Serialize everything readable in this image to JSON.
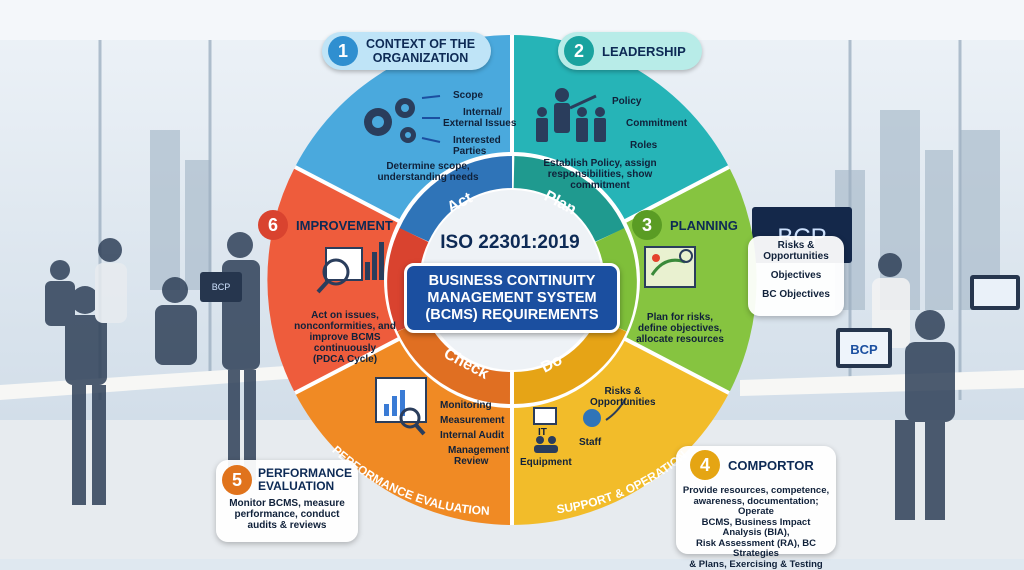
{
  "center": {
    "standard": "ISO 22301:2019",
    "title_lines": [
      "BUSINESS CONTINUITY",
      "MANAGEMENT SYSTEM",
      "(BCMS) REQUIREMENTS"
    ]
  },
  "cycle": {
    "act": "Act",
    "plan": "Plan",
    "do": "Do",
    "check": "Check"
  },
  "arc_labels": {
    "performance": "PERFORMANCE EVALUATION",
    "support": "SUPPORT & OPERATION"
  },
  "sections": {
    "context": {
      "number": "1",
      "title_lines": [
        "CONTEXT OF THE",
        "ORGANIZATION"
      ],
      "items": [
        "Scope",
        "Internal/",
        "External Issues",
        "Interested",
        "Parties"
      ],
      "desc": [
        "Determine scope,",
        "understanding needs"
      ]
    },
    "leadership": {
      "number": "2",
      "title": "LEADERSHIP",
      "items": [
        "Policy",
        "Commitment",
        "Roles"
      ],
      "desc": [
        "Establish Policy, assign",
        "responsibilities, show",
        "commitment"
      ]
    },
    "planning": {
      "number": "3",
      "title": "PLANNING",
      "items": [
        "Risks &",
        "Opportunities",
        "Objectives",
        "BC Objectives"
      ],
      "desc": [
        "Plan for risks,",
        "define objectives,",
        "allocate resources"
      ]
    },
    "support": {
      "number": "4",
      "title": "COMPORTOR",
      "items": [
        "Risks &",
        "Opportunities",
        "IT",
        "Equipment",
        "Staff"
      ],
      "desc": [
        "Provide resources, competence,",
        "awareness, documentation; Operate",
        "BCMS, Business Impact Analysis (BIA),",
        "Risk Assessment (RA), BC Strategies",
        "& Plans, Exercising & Testing"
      ]
    },
    "performance": {
      "number": "5",
      "title_lines": [
        "PERFORMANCE",
        "EVALUATION"
      ],
      "items": [
        "Monitoring",
        "Measurement",
        "Internal Audit",
        "Management",
        "Review"
      ],
      "desc": [
        "Monitor BCMS, measure",
        "performance, conduct",
        "audits & reviews"
      ]
    },
    "improvement": {
      "number": "6",
      "title": "IMPROVEMENT",
      "desc": [
        "Act on issues,",
        "nonconformities, and",
        "improve BCMS continuously",
        "(PDCA Cycle)"
      ]
    }
  },
  "screens": {
    "bcp_wall": "BCP",
    "bcp_monitor": "BCP",
    "bcp_left": "BCP"
  },
  "colors": {
    "context": "#4aa9dd",
    "leadership": "#26b4b7",
    "planning": "#86c440",
    "support": "#f2bc2a",
    "performance": "#f08a24",
    "improvement": "#ee5c3c",
    "center": "#1b4fa0"
  }
}
